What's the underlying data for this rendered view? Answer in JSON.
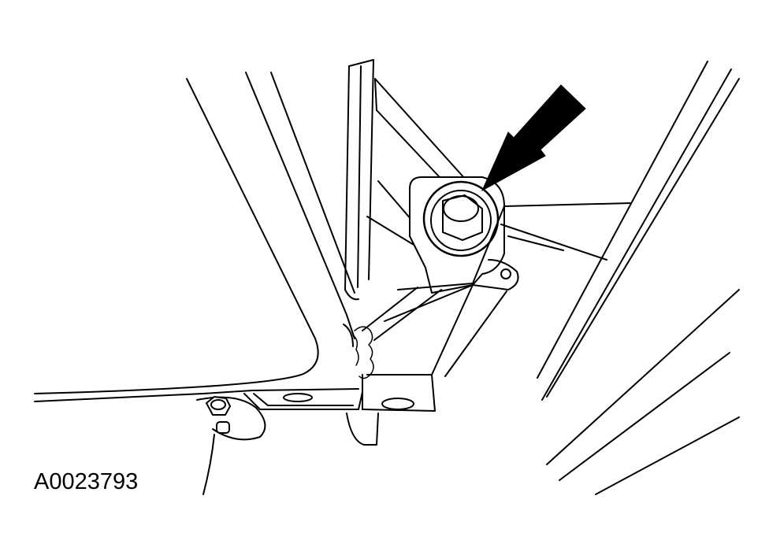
{
  "figure": {
    "id_label": "A0023793",
    "colors": {
      "ink": "#000000",
      "paper": "#ffffff"
    },
    "callouts": [
      {
        "kind": "arrow",
        "target": "bracket-bolt"
      }
    ],
    "parts": [
      "engine-block-edge",
      "bracket",
      "bracket-bolt",
      "lower-bolt",
      "frame-rails"
    ]
  }
}
